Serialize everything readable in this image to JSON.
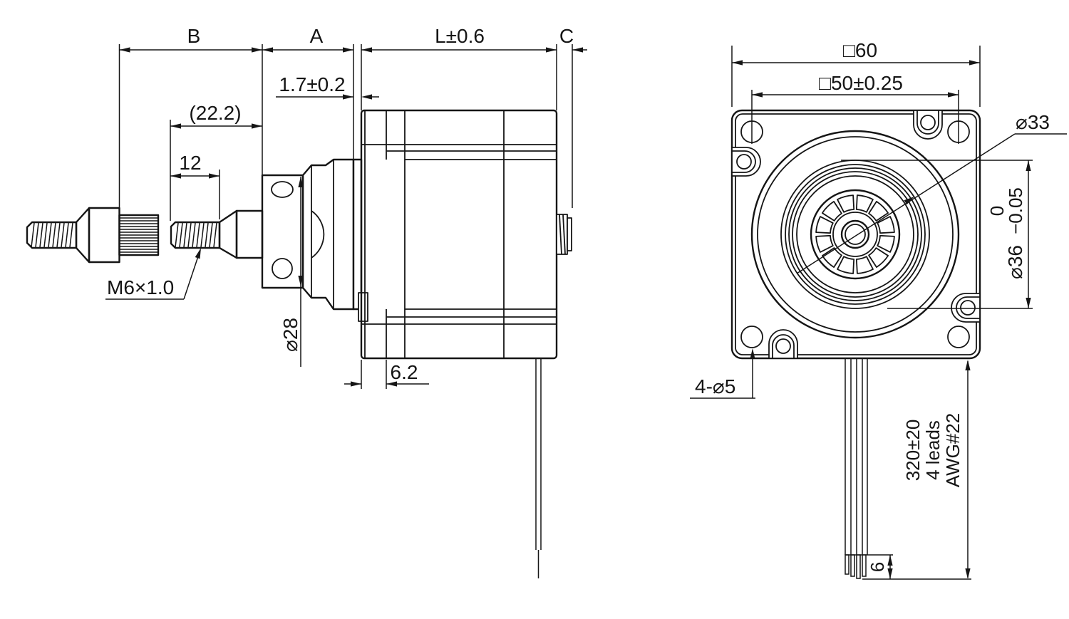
{
  "colors": {
    "ink": "#151515",
    "paper": "#ffffff"
  },
  "side_view": {
    "dim_b": "B",
    "dim_a": "A",
    "dim_l": "L±0.6",
    "dim_c": "C",
    "pilot_thickness": "1.7±0.2",
    "nut_length": "(22.2)",
    "thread_length": "12",
    "thread_spec": "M6×1.0",
    "housing_diameter": "⌀28",
    "front_cap_depth": "6.2"
  },
  "front_view": {
    "frame_size": "□60",
    "hole_spacing": "□50±0.25",
    "boss_outer_diameter": "⌀33",
    "pilot_diameter": "⌀36",
    "pilot_tol_upper": "0",
    "pilot_tol_lower": "−0.05",
    "mounting_holes": "4-⌀5",
    "lead_length": "320±20",
    "lead_count": "4 leads",
    "lead_gauge": "AWG#22",
    "strip_length": "6"
  }
}
